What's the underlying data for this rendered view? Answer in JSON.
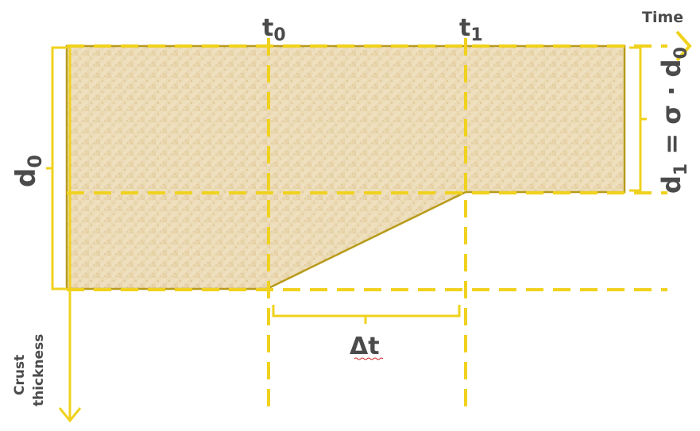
{
  "axis": {
    "time_label": "Time",
    "thickness_label_line1": "Crust",
    "thickness_label_line2": "thickness"
  },
  "markers": {
    "t0_base": "t",
    "t0_sub": "0",
    "t1_base": "t",
    "t1_sub": "1"
  },
  "dims": {
    "d0_base": "d",
    "d0_sub": "0",
    "d1_eq_left": "d",
    "d1_eq_sub1": "1",
    "d1_eq_mid": " = σ · d",
    "d1_eq_sub0": "0",
    "delta_t": "Δt"
  },
  "colors": {
    "dashed": "#f0d21e",
    "fill_light": "#ecdcb8",
    "fill_dark": "#d9c08a",
    "outline": "#b89b1a",
    "text": "#4b4b4b"
  }
}
